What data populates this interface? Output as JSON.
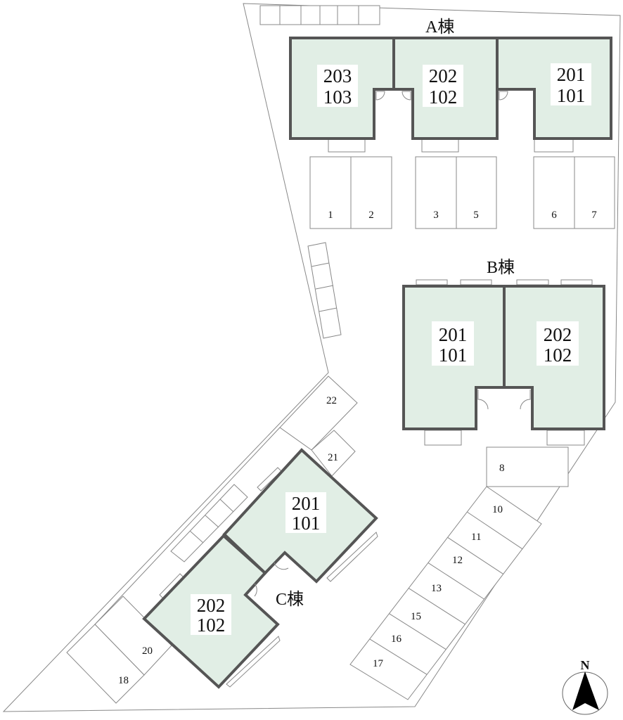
{
  "buildings": {
    "a": {
      "label": "A棟",
      "units": [
        {
          "upper": "203",
          "lower": "103"
        },
        {
          "upper": "202",
          "lower": "102"
        },
        {
          "upper": "201",
          "lower": "101"
        }
      ]
    },
    "b": {
      "label": "B棟",
      "units": [
        {
          "upper": "201",
          "lower": "101"
        },
        {
          "upper": "202",
          "lower": "102"
        }
      ]
    },
    "c": {
      "label": "C棟",
      "units": [
        {
          "upper": "201",
          "lower": "101"
        },
        {
          "upper": "202",
          "lower": "102"
        }
      ]
    }
  },
  "parking": {
    "a_row": [
      "1",
      "2",
      "3",
      "5",
      "6",
      "7"
    ],
    "b_front": "8",
    "diagonal_row": [
      "10",
      "11",
      "12",
      "13",
      "15",
      "16",
      "17"
    ],
    "c_side": [
      "22",
      "21",
      "20",
      "18"
    ]
  },
  "compass": {
    "label": "N",
    "icon": "north-arrow-icon"
  },
  "colors": {
    "unit_fill": "#e1eee5",
    "wall": "#555555"
  }
}
